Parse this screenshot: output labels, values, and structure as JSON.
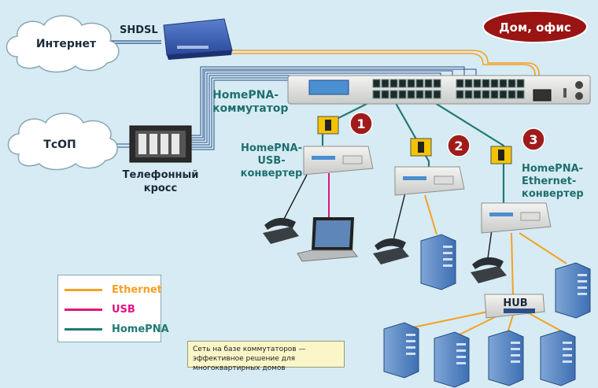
{
  "labels": {
    "internet": "Интернет",
    "shdsl": "SHDSL",
    "dom_ofis": "Дом, офис",
    "tsop": "ТсОП",
    "krosse_line1": "Телефонный",
    "krosse_line2": "кросс",
    "switch_line1": "HomePNA-",
    "switch_line2": "коммутатор",
    "usb_conv_line1": "HomePNA-",
    "usb_conv_line2": "USB-",
    "usb_conv_line3": "конвертер",
    "eth_conv_line1": "HomePNA-",
    "eth_conv_line2": "Ethernet-",
    "eth_conv_line3": "конвертер",
    "hub": "HUB"
  },
  "badges": [
    "1",
    "2",
    "3"
  ],
  "legend": [
    {
      "label": "Ethernet",
      "color": "#f5a024"
    },
    {
      "label": "USB",
      "color": "#e0157f"
    },
    {
      "label": "HomePNA",
      "color": "#1f7a74"
    }
  ],
  "note": "Сеть на базе коммутаторов — эффективное решение для многоквартирных домов",
  "colors": {
    "background": "#d6ebf3",
    "ethernet": "#f5a024",
    "usb": "#e0157f",
    "homepna": "#1f7a74",
    "badge": "#a01c1c",
    "label_teal": "#1f6f6f",
    "tag_yellow": "#f5c400"
  },
  "icons": [
    "cloud-icon",
    "modem-icon",
    "switch-icon",
    "patch-panel-icon",
    "converter-icon",
    "telephone-icon",
    "laptop-icon",
    "computer-icon",
    "hub-icon"
  ]
}
